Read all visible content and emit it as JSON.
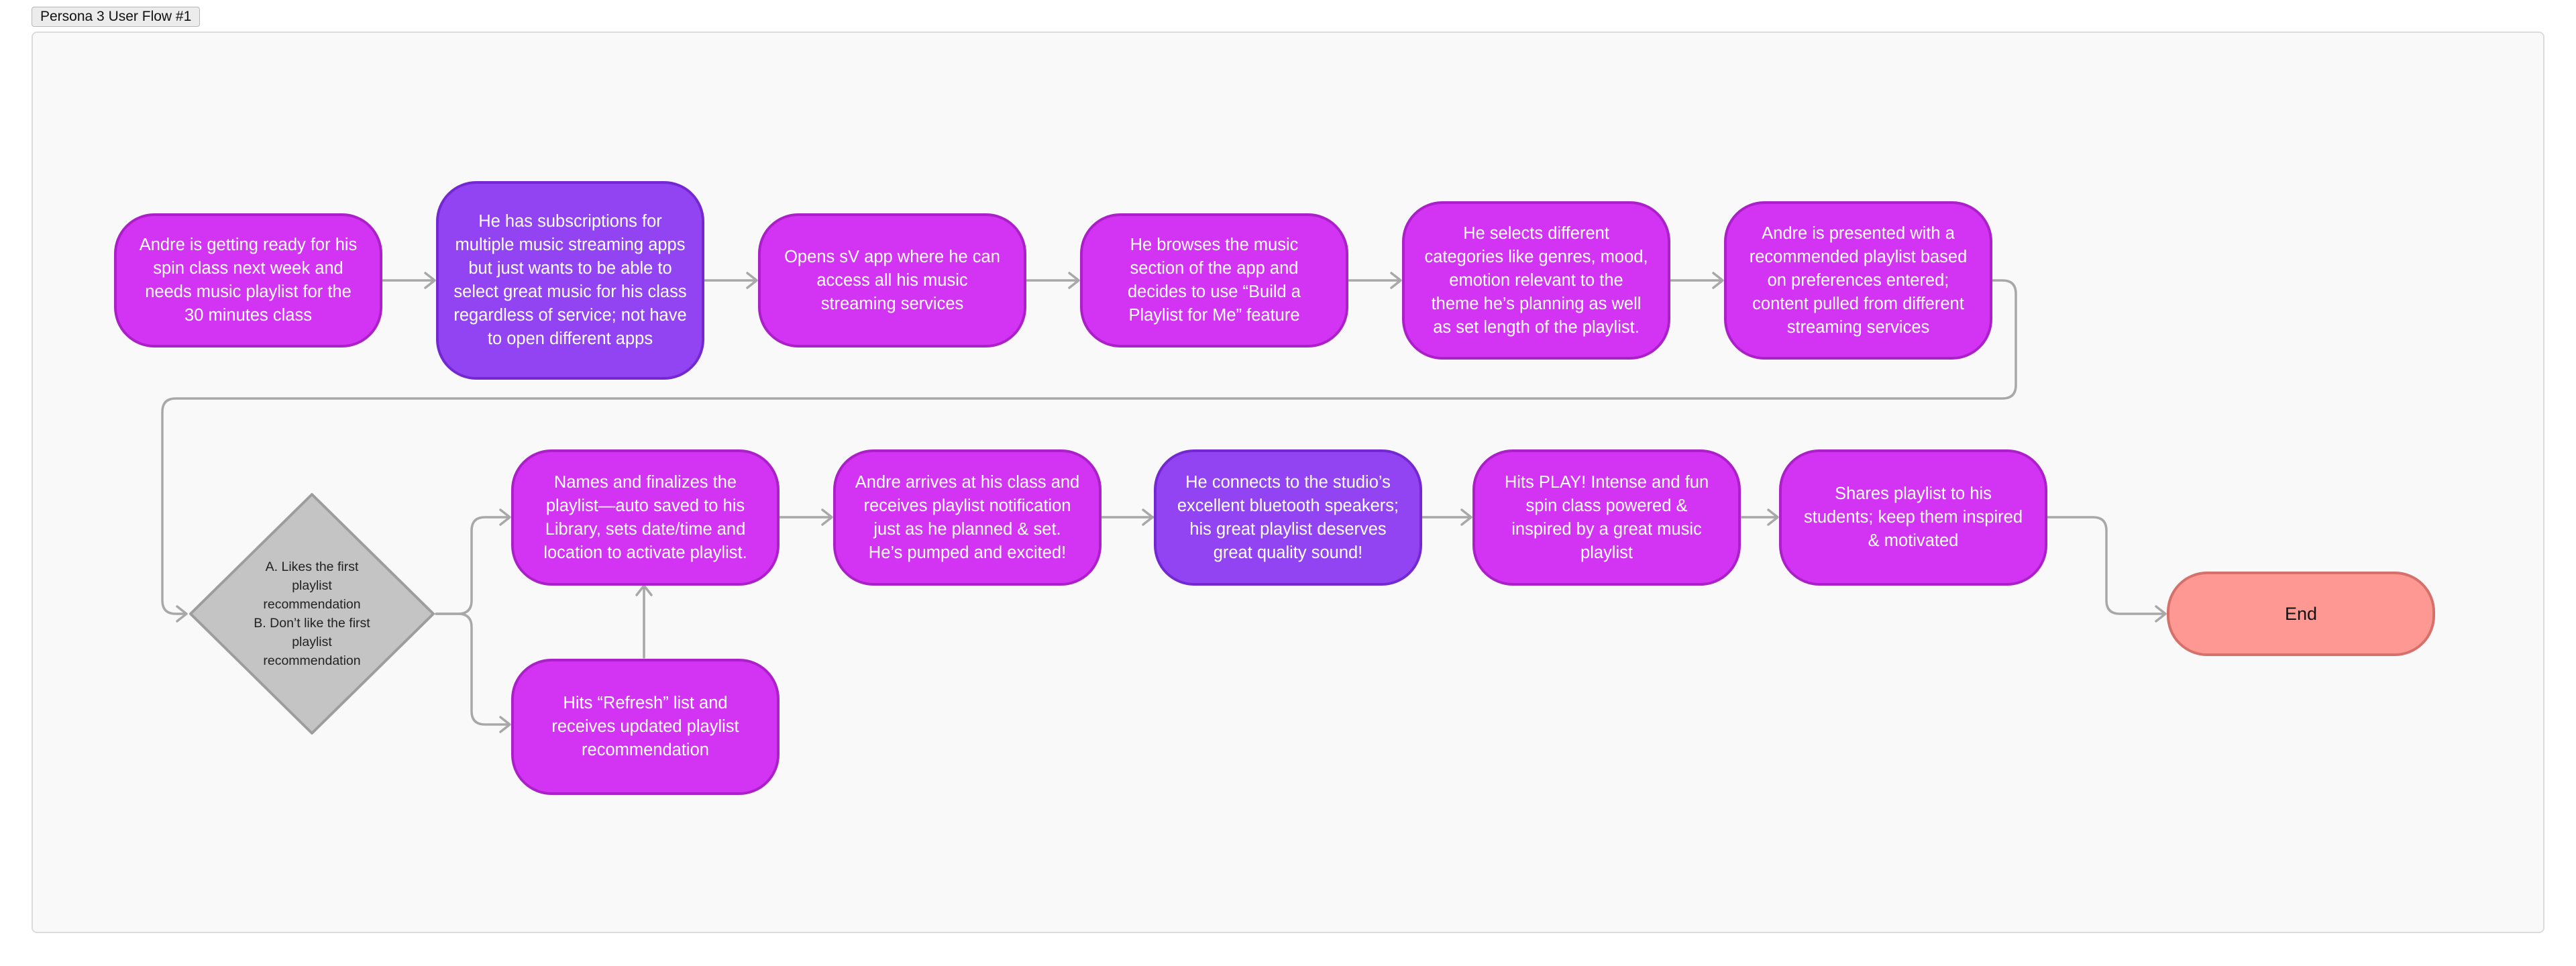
{
  "frame": {
    "title": "Persona 3 User Flow #1"
  },
  "colors": {
    "magenta_fill": "#d334f3",
    "magenta_border": "#ab20c9",
    "purple_fill": "#9244f2",
    "purple_border": "#7428d2",
    "end_fill": "#fd9892",
    "end_border": "#d5706b",
    "decision_fill": "#c4c4c4",
    "connector": "#a8a8a8"
  },
  "steps": [
    {
      "id": "s1",
      "text": "Andre is getting ready for his spin class next week and needs music playlist for the 30 minutes class"
    },
    {
      "id": "s2",
      "text": "He has subscriptions for multiple music streaming apps but just wants to be able to select great music for his class regardless of service; not have to open different apps"
    },
    {
      "id": "s3",
      "text": "Opens sV app where he can access all his music streaming services"
    },
    {
      "id": "s4",
      "text": "He browses the music section of the app and decides to use “Build a Playlist for Me” feature"
    },
    {
      "id": "s5",
      "text": "He selects different categories like genres, mood, emotion relevant to the theme he’s planning as well as set length of the playlist."
    },
    {
      "id": "s6",
      "text": "Andre is presented with a recommended playlist based on preferences entered; content pulled from different streaming services"
    },
    {
      "id": "s7",
      "text": "Names and finalizes the playlist—auto saved to his Library, sets date/time and location to activate playlist."
    },
    {
      "id": "s8",
      "text": "Andre arrives at his class and receives playlist notification just as he planned & set. He’s pumped and excited!"
    },
    {
      "id": "s9",
      "text": "He connects to the studio’s excellent bluetooth speakers; his great playlist deserves great quality sound!"
    },
    {
      "id": "s10",
      "text": "Hits PLAY! Intense and fun spin class powered & inspired by a great music playlist"
    },
    {
      "id": "s11",
      "text": "Shares playlist to his students; keep them inspired & motivated"
    },
    {
      "id": "s12",
      "text": "Hits “Refresh” list and receives updated playlist recommendation"
    }
  ],
  "decision": {
    "option_a": "A. Likes the first playlist recommendation",
    "option_b": "B. Don’t like the first playlist recommendation"
  },
  "end": {
    "label": "End"
  }
}
